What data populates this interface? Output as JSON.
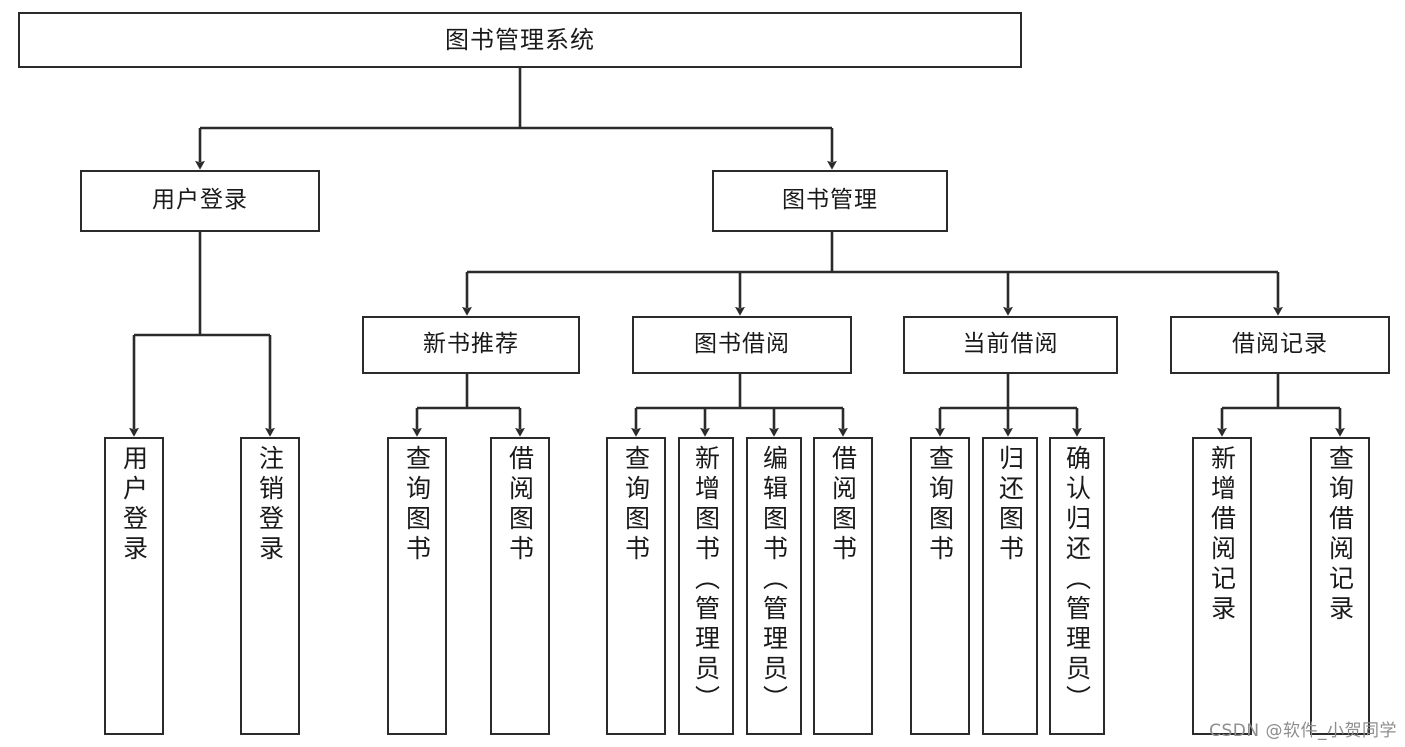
{
  "diagram": {
    "title": "图书管理系统",
    "type": "tree-hierarchy-chart",
    "orientation": "top-down",
    "colors": {
      "box_border": "#2b2b2b",
      "box_fill": "#ffffff",
      "edge": "#2b2b2b",
      "text": "#1a1a1a",
      "watermark": "#8d8d8d",
      "background": "#ffffff"
    },
    "nodes": {
      "root": {
        "label": "图书管理系统"
      },
      "level2": [
        {
          "id": "user-login",
          "label": "用户登录"
        },
        {
          "id": "book-manage",
          "label": "图书管理"
        }
      ],
      "level3": [
        {
          "id": "new-book-recommend",
          "label": "新书推荐"
        },
        {
          "id": "book-borrow",
          "label": "图书借阅"
        },
        {
          "id": "current-borrow",
          "label": "当前借阅"
        },
        {
          "id": "borrow-record",
          "label": "借阅记录"
        }
      ],
      "leaves": {
        "user-login": [
          {
            "id": "leaf-user-login",
            "label": "用户登录"
          },
          {
            "id": "leaf-user-logout",
            "label": "注销登录"
          }
        ],
        "new-book-recommend": [
          {
            "id": "leaf-query-book-1",
            "label": "查询图书"
          },
          {
            "id": "leaf-borrow-book-1",
            "label": "借阅图书"
          }
        ],
        "book-borrow": [
          {
            "id": "leaf-query-book-2",
            "label": "查询图书"
          },
          {
            "id": "leaf-add-book",
            "label": "新增图书（管理员）"
          },
          {
            "id": "leaf-edit-book",
            "label": "编辑图书（管理员）"
          },
          {
            "id": "leaf-borrow-book-2",
            "label": "借阅图书"
          }
        ],
        "current-borrow": [
          {
            "id": "leaf-query-book-3",
            "label": "查询图书"
          },
          {
            "id": "leaf-return-book",
            "label": "归还图书"
          },
          {
            "id": "leaf-confirm-return",
            "label": "确认归还（管理员）"
          }
        ],
        "borrow-record": [
          {
            "id": "leaf-add-record",
            "label": "新增借阅记录"
          },
          {
            "id": "leaf-query-record",
            "label": "查询借阅记录"
          }
        ]
      }
    }
  },
  "watermark": {
    "text": "CSDN @软件_小贺同学"
  }
}
